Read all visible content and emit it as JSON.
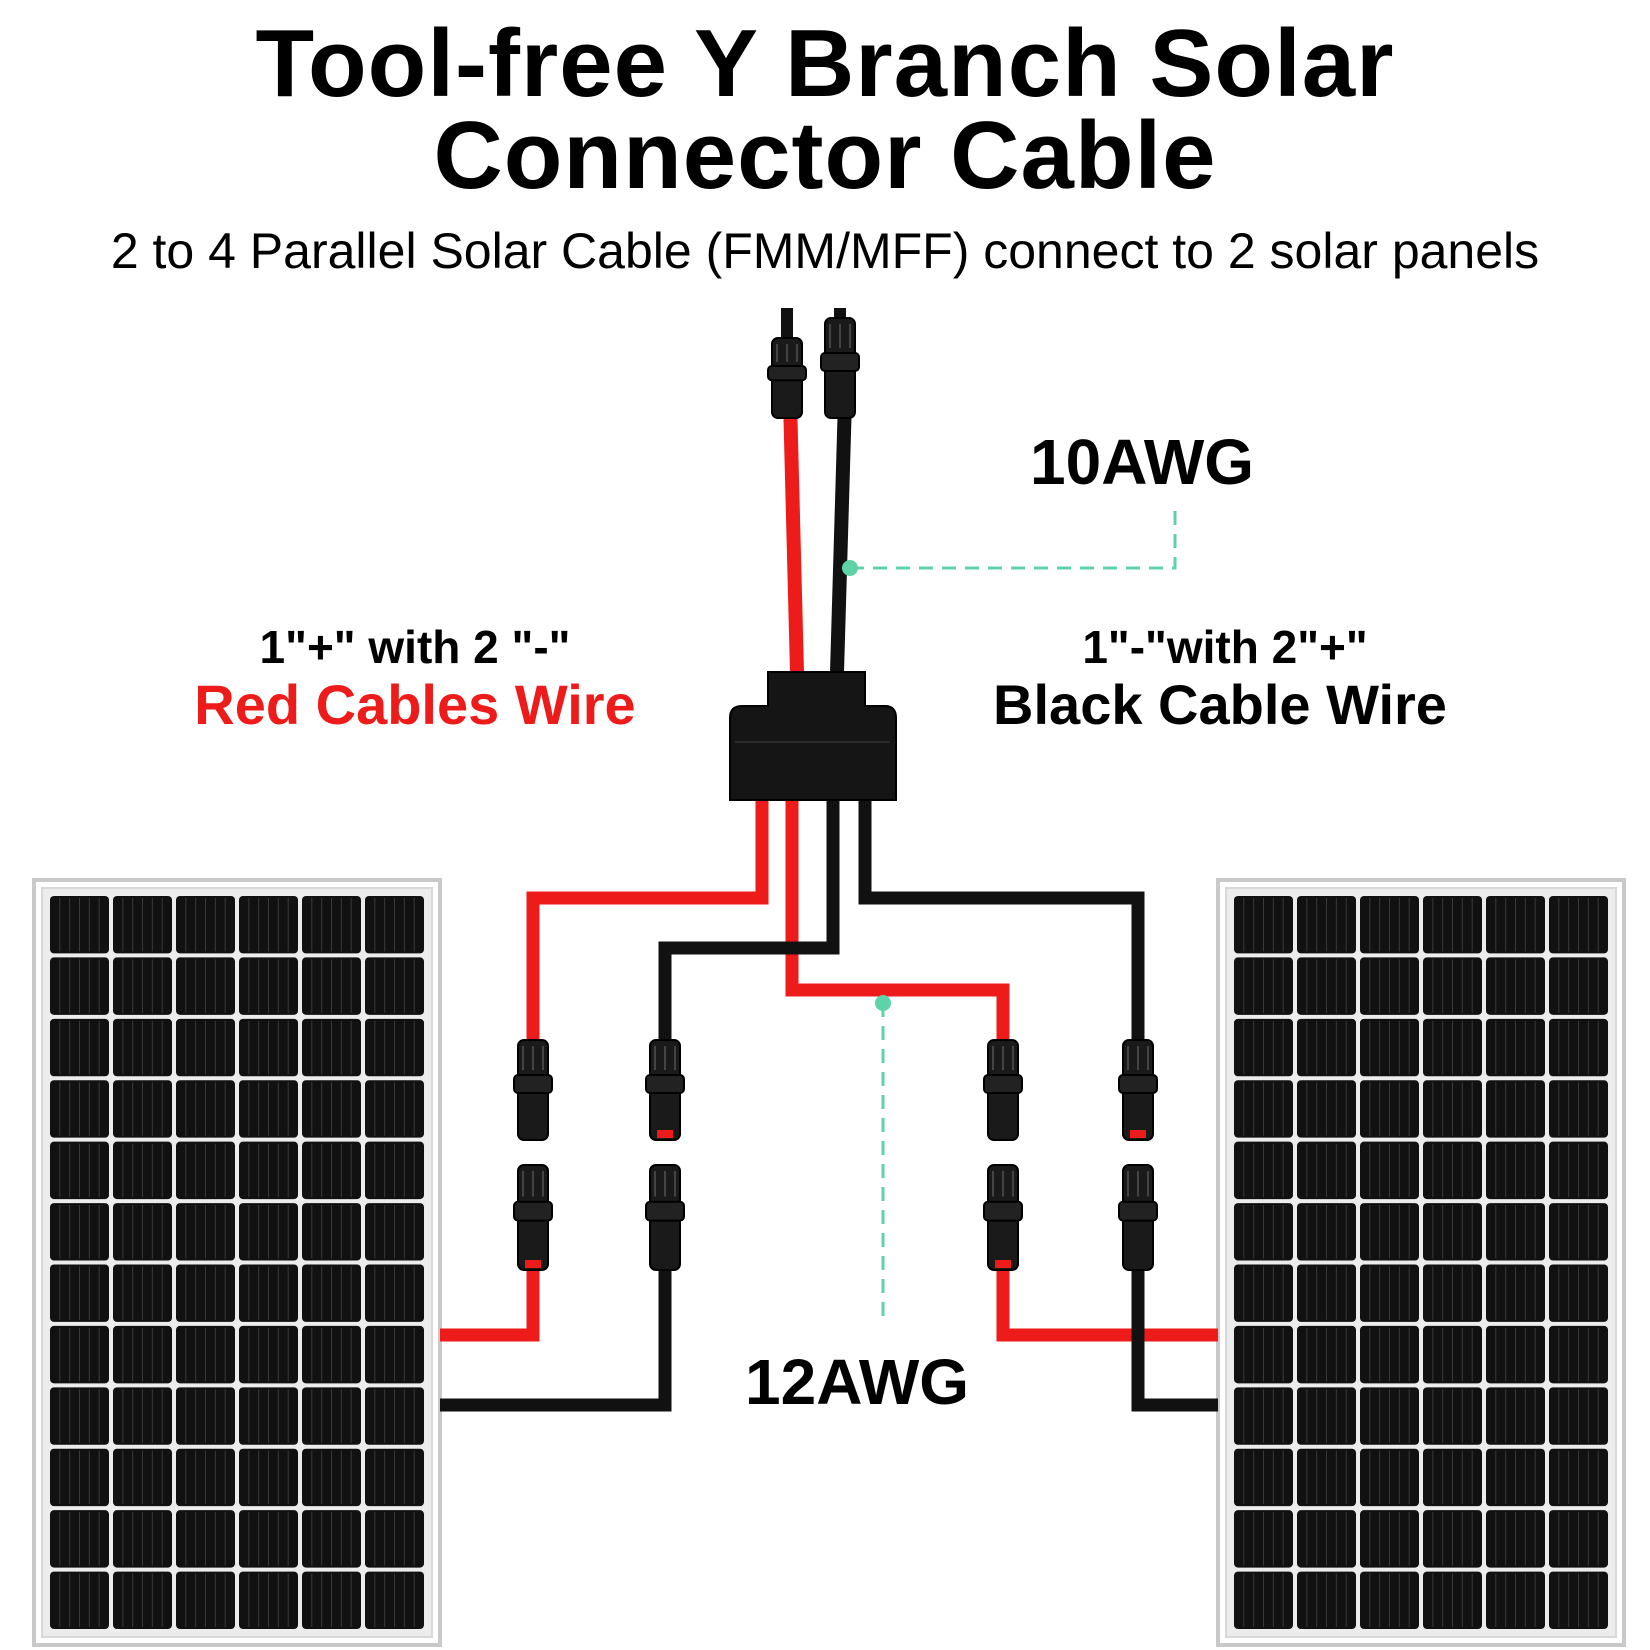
{
  "header": {
    "title_line1": "Tool-free Y Branch Solar",
    "title_line2": "Connector Cable",
    "subtitle": "2 to 4 Parallel Solar Cable (FMM/MFF) connect to 2 solar panels"
  },
  "labels": {
    "gauge_top": "10AWG",
    "gauge_bottom": "12AWG",
    "left_polarity": "1\"+\" with 2 \"-\"",
    "left_wire": "Red Cables Wire",
    "right_polarity": "1\"-\"with 2\"+\"",
    "right_wire": "Black Cable Wire"
  },
  "colors": {
    "red_wire": "#ee1b1b",
    "black_wire": "#111111",
    "leader_line": "#5fd3a8",
    "panel_cell": "#111111",
    "panel_frame": "#c9c9c9"
  }
}
